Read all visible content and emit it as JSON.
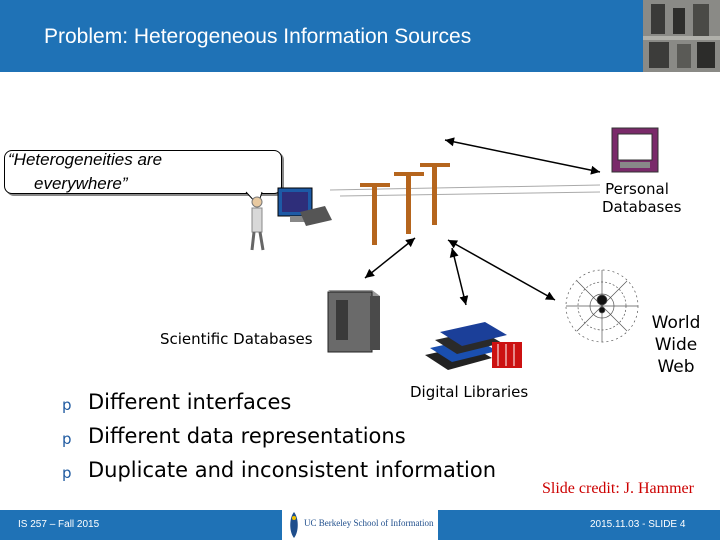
{
  "slide": {
    "title": "Problem: Heterogeneous Information Sources",
    "callout": {
      "line1": "“Heterogeneities are",
      "line2": "everywhere”"
    },
    "labels": {
      "personal_line1": "Personal",
      "personal_line2": "Databases",
      "www_line1": "World",
      "www_line2": "Wide",
      "www_line3": "Web",
      "scientific": "Scientific Databases",
      "digital": "Digital Libraries"
    },
    "bullet_marker": "p",
    "bullets": [
      "Different interfaces",
      "Different data representations",
      "Duplicate and inconsistent information"
    ],
    "credit": "Slide credit: J. Hammer"
  },
  "footer": {
    "left": "IS 257 – Fall 2015",
    "logo_text": "UC Berkeley School of Information",
    "right": "2015.11.03 - SLIDE 4"
  },
  "colors": {
    "header_bg": "#1f72b6",
    "credit": "#cc0000"
  }
}
